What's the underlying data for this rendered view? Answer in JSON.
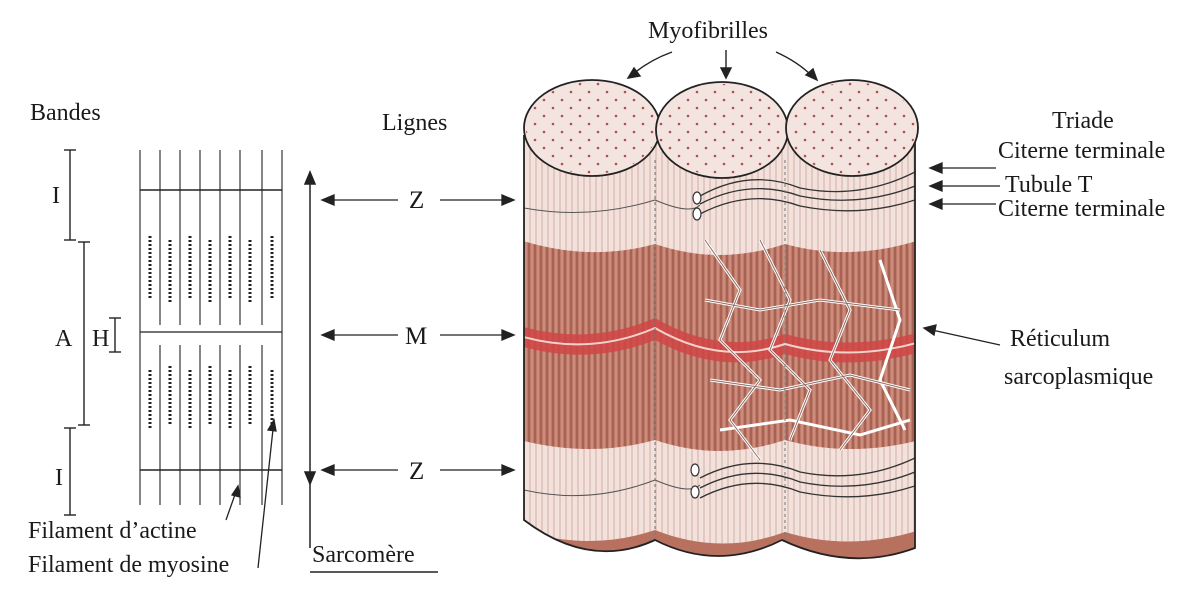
{
  "left_panel": {
    "bands_heading": "Bandes",
    "band_I_top": "I",
    "band_A": "A",
    "band_H": "H",
    "band_I_bottom": "I",
    "actin_label": "Filament d’actine",
    "myosin_label": "Filament de myosine"
  },
  "middle_panel": {
    "lines_heading": "Lignes",
    "line_Z_top": "Z",
    "line_M": "M",
    "line_Z_bottom": "Z",
    "sarcomere_label": "Sarcomère"
  },
  "right_panel": {
    "myofibrils_label": "Myofibrilles",
    "triad_heading": "Triade",
    "terminal_cistern_1": "Citerne terminale",
    "t_tubule": "Tubule T",
    "terminal_cistern_2": "Citerne terminale",
    "sr_line1": "Réticulum",
    "sr_line2": "sarcoplasmique"
  },
  "colors": {
    "ink": "#222222",
    "muscle_red": "#b5604f",
    "muscle_light": "#e9c7bc",
    "m_line_red": "#d04545"
  }
}
